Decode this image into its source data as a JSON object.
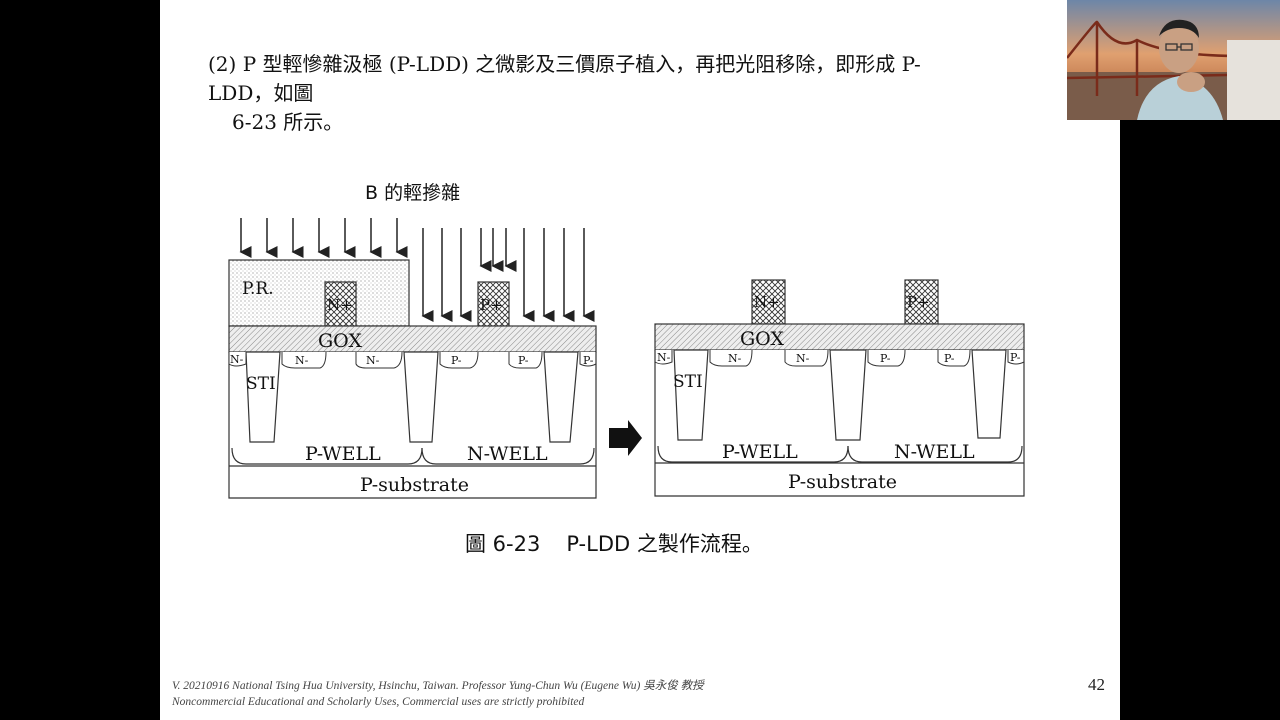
{
  "slide": {
    "paragraph": {
      "line1": "(2) P 型輕慘雜汲極 (P-LDD) 之微影及三價原子植入，再把光阻移除，即形成 P-",
      "line2": "LDD，如圖",
      "line3": "6-23 所示。"
    },
    "figure": {
      "implant_title": "B 的輕摻雜",
      "left": {
        "pr": "P.R.",
        "gate_n": "N+",
        "gate_p": "P+",
        "gox": "GOX",
        "sti": "STI",
        "ldd_n1": "N-",
        "ldd_n2": "N-",
        "ldd_n3": "N-",
        "ldd_p1": "P-",
        "ldd_p2": "P-",
        "ldd_p3": "P-",
        "pwell": "P-WELL",
        "nwell": "N-WELL",
        "substrate": "P-substrate"
      },
      "right": {
        "gate_n": "N+",
        "gate_p": "P+",
        "gox": "GOX",
        "sti": "STI",
        "ldd_n1": "N-",
        "ldd_n2": "N-",
        "ldd_n3": "N-",
        "ldd_p1": "P-",
        "ldd_p2": "P-",
        "ldd_p3": "P-",
        "pwell": "P-WELL",
        "nwell": "N-WELL",
        "substrate": "P-substrate"
      }
    },
    "caption": {
      "label": "圖 6-23",
      "text": "P-LDD 之製作流程。"
    },
    "footer": {
      "line1": "V. 20210916 National Tsing Hua University, Hsinchu, Taiwan. Professor Yung-Chun Wu (Eugene Wu) 吳永俊 教授",
      "line2": "Noncommercial Educational and Scholarly Uses, Commercial uses are strictly prohibited"
    },
    "page_number": "42"
  },
  "colors": {
    "background": "#000000",
    "slide": "#ffffff",
    "ink": "#111111"
  }
}
